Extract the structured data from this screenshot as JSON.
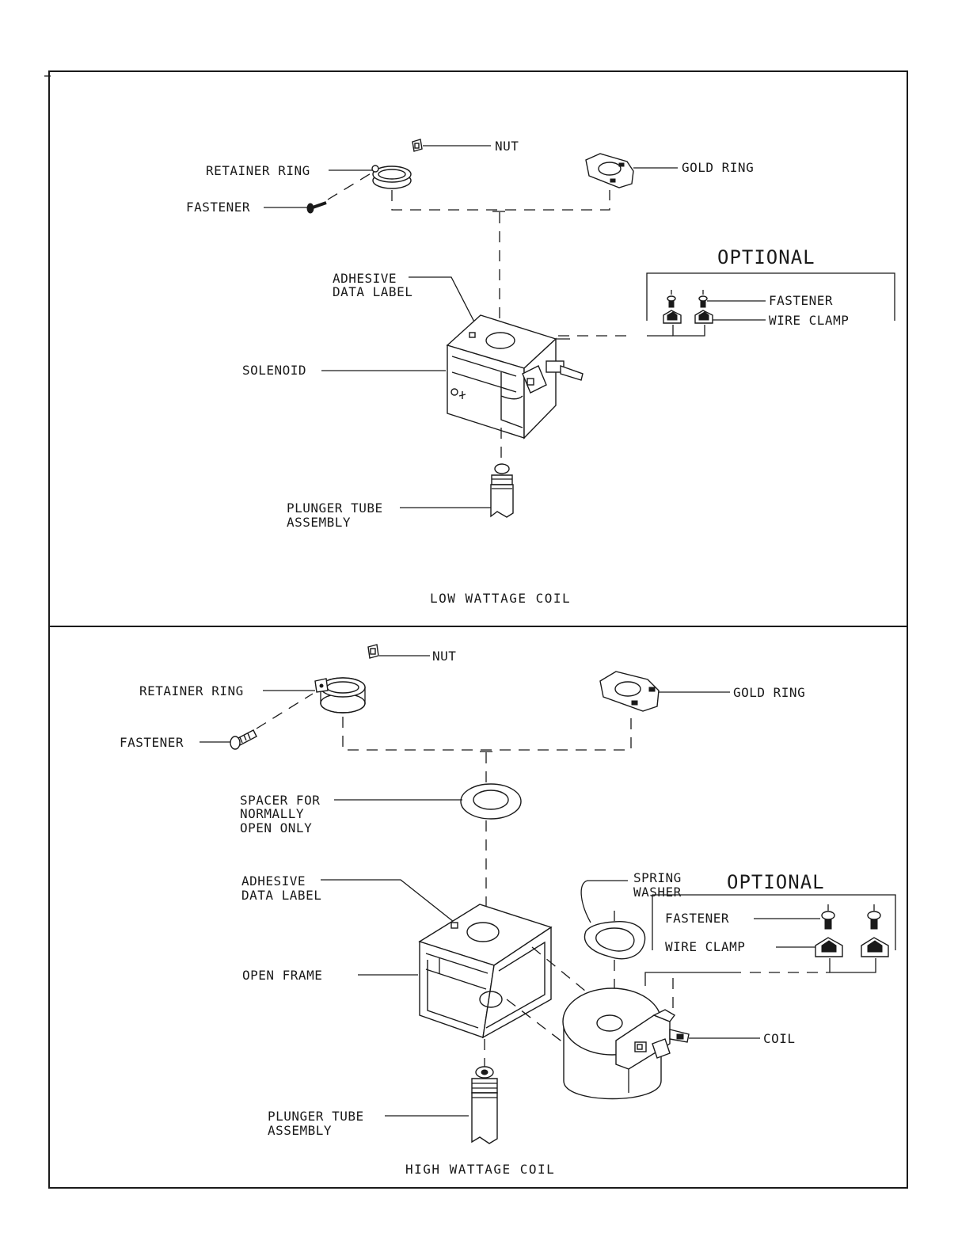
{
  "panels": {
    "low": {
      "caption": "LOW WATTAGE COIL",
      "labels": {
        "nut": "NUT",
        "retainer_ring": "RETAINER RING",
        "fastener": "FASTENER",
        "gold_ring": "GOLD RING",
        "adhesive_line1": "ADHESIVE",
        "adhesive_line2": "DATA LABEL",
        "solenoid": "SOLENOID",
        "plunger_line1": "PLUNGER TUBE",
        "plunger_line2": "ASSEMBLY"
      },
      "optional": {
        "title": "OPTIONAL",
        "fastener": "FASTENER",
        "wire_clamp": "WIRE CLAMP"
      }
    },
    "high": {
      "caption": "HIGH WATTAGE COIL",
      "labels": {
        "nut": "NUT",
        "retainer_ring": "RETAINER RING",
        "fastener": "FASTENER",
        "gold_ring": "GOLD RING",
        "spacer_line1": "SPACER FOR",
        "spacer_line2": "NORMALLY",
        "spacer_line3": "OPEN ONLY",
        "adhesive_line1": "ADHESIVE",
        "adhesive_line2": "DATA LABEL",
        "open_frame": "OPEN FRAME",
        "spring_line1": "SPRING",
        "spring_line2": "WASHER",
        "coil": "COIL",
        "plunger_line1": "PLUNGER TUBE",
        "plunger_line2": "ASSEMBLY"
      },
      "optional": {
        "title": "OPTIONAL",
        "fastener": "FASTENER",
        "wire_clamp": "WIRE CLAMP"
      }
    }
  }
}
